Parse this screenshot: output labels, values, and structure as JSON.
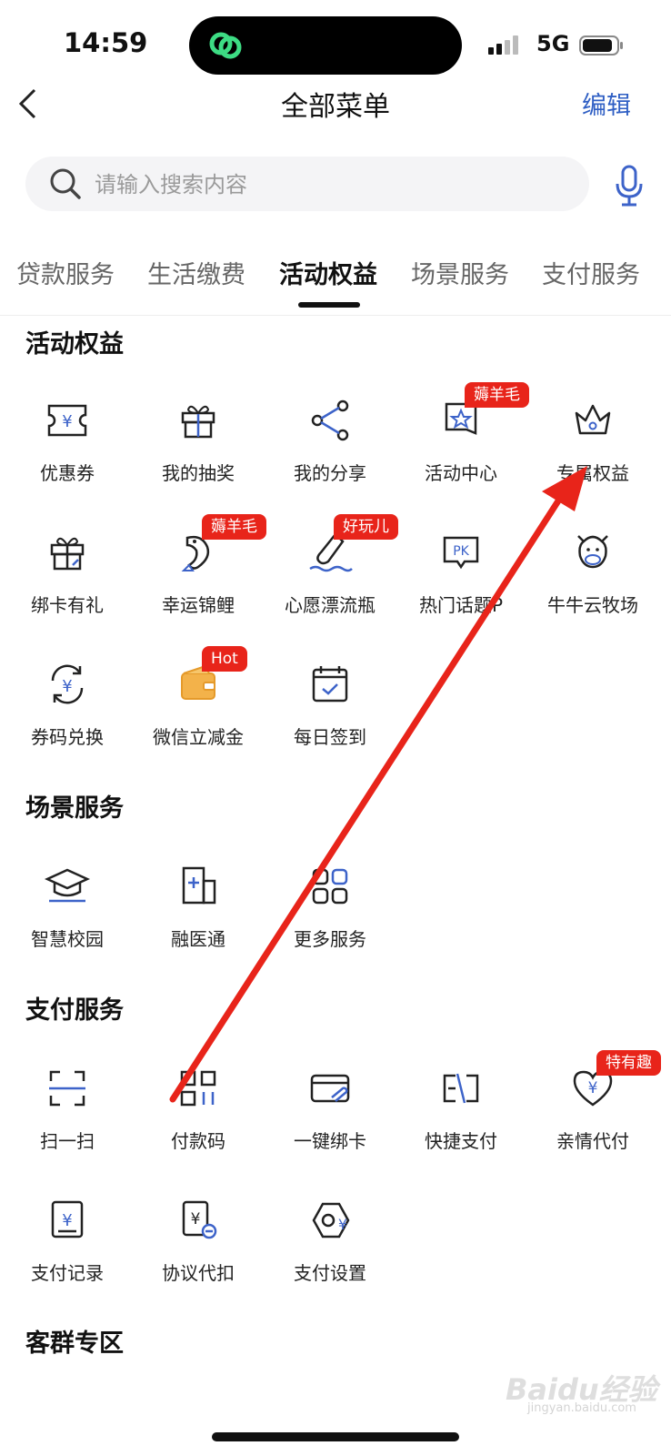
{
  "status_bar": {
    "time": "14:59",
    "network": "5G"
  },
  "header": {
    "title": "全部菜单",
    "edit_label": "编辑"
  },
  "search": {
    "placeholder": "请输入搜索内容"
  },
  "tabs": [
    {
      "label": "贷款服务"
    },
    {
      "label": "生活缴费"
    },
    {
      "label": "活动权益",
      "active": true
    },
    {
      "label": "场景服务"
    },
    {
      "label": "支付服务"
    }
  ],
  "sections": {
    "activity": {
      "title": "活动权益",
      "items": [
        {
          "label": "优惠券",
          "icon": "coupon-icon"
        },
        {
          "label": "我的抽奖",
          "icon": "gift-icon"
        },
        {
          "label": "我的分享",
          "icon": "share-icon"
        },
        {
          "label": "活动中心",
          "icon": "star-bookmark-icon",
          "badge": "薅羊毛"
        },
        {
          "label": "专属权益",
          "icon": "crown-icon"
        },
        {
          "label": "绑卡有礼",
          "icon": "gift-card-icon"
        },
        {
          "label": "幸运锦鲤",
          "icon": "koi-fish-icon",
          "badge": "薅羊毛"
        },
        {
          "label": "心愿漂流瓶",
          "icon": "bottle-icon",
          "badge": "好玩儿"
        },
        {
          "label": "热门话题P",
          "icon": "pk-icon"
        },
        {
          "label": "牛牛云牧场",
          "icon": "cow-icon"
        },
        {
          "label": "券码兑换",
          "icon": "exchange-icon"
        },
        {
          "label": "微信立减金",
          "icon": "wallet-icon",
          "badge": "Hot"
        },
        {
          "label": "每日签到",
          "icon": "calendar-check-icon"
        }
      ]
    },
    "scene": {
      "title": "场景服务",
      "items": [
        {
          "label": "智慧校园",
          "icon": "graduation-cap-icon"
        },
        {
          "label": "融医通",
          "icon": "hospital-icon"
        },
        {
          "label": "更多服务",
          "icon": "grid-icon"
        }
      ]
    },
    "payment": {
      "title": "支付服务",
      "items": [
        {
          "label": "扫一扫",
          "icon": "scan-icon"
        },
        {
          "label": "付款码",
          "icon": "qr-code-icon"
        },
        {
          "label": "一键绑卡",
          "icon": "bank-card-icon"
        },
        {
          "label": "快捷支付",
          "icon": "quick-pay-icon"
        },
        {
          "label": "亲情代付",
          "icon": "heart-yuan-icon",
          "badge": "特有趣"
        },
        {
          "label": "支付记录",
          "icon": "record-icon"
        },
        {
          "label": "协议代扣",
          "icon": "deduct-icon"
        },
        {
          "label": "支付设置",
          "icon": "pay-settings-icon"
        }
      ]
    },
    "group": {
      "title": "客群专区"
    }
  },
  "watermark": {
    "text": "Baidu经验",
    "sub": "jingyan.baidu.com"
  },
  "colors": {
    "accent": "#2f5fc4",
    "badge": "#e8241a",
    "icon_blue": "#3d63c9",
    "arrow": "#e8241a"
  }
}
